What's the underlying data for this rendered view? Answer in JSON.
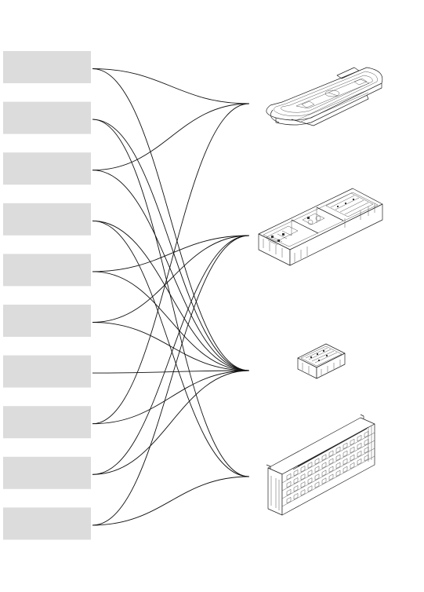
{
  "diagram": {
    "left_boxes": [
      {
        "label": ""
      },
      {
        "label": ""
      },
      {
        "label": ""
      },
      {
        "label": ""
      },
      {
        "label": ""
      },
      {
        "label": ""
      },
      {
        "label": ""
      },
      {
        "label": ""
      },
      {
        "label": ""
      },
      {
        "label": ""
      }
    ],
    "targets": [
      {
        "icon": "running-track-stadium-icon"
      },
      {
        "icon": "classroom-block-icon"
      },
      {
        "icon": "small-room-icon"
      },
      {
        "icon": "multi-storey-building-icon"
      }
    ],
    "links": [
      [
        0,
        0
      ],
      [
        0,
        2
      ],
      [
        1,
        2
      ],
      [
        1,
        3
      ],
      [
        2,
        0
      ],
      [
        2,
        2
      ],
      [
        3,
        2
      ],
      [
        3,
        3
      ],
      [
        4,
        1
      ],
      [
        4,
        2
      ],
      [
        5,
        1
      ],
      [
        5,
        2
      ],
      [
        6,
        2
      ],
      [
        7,
        0
      ],
      [
        7,
        2
      ],
      [
        8,
        1
      ],
      [
        8,
        2
      ],
      [
        9,
        1
      ],
      [
        9,
        3
      ]
    ],
    "line_color": "#111111",
    "box_color": "#dcdcdc"
  }
}
